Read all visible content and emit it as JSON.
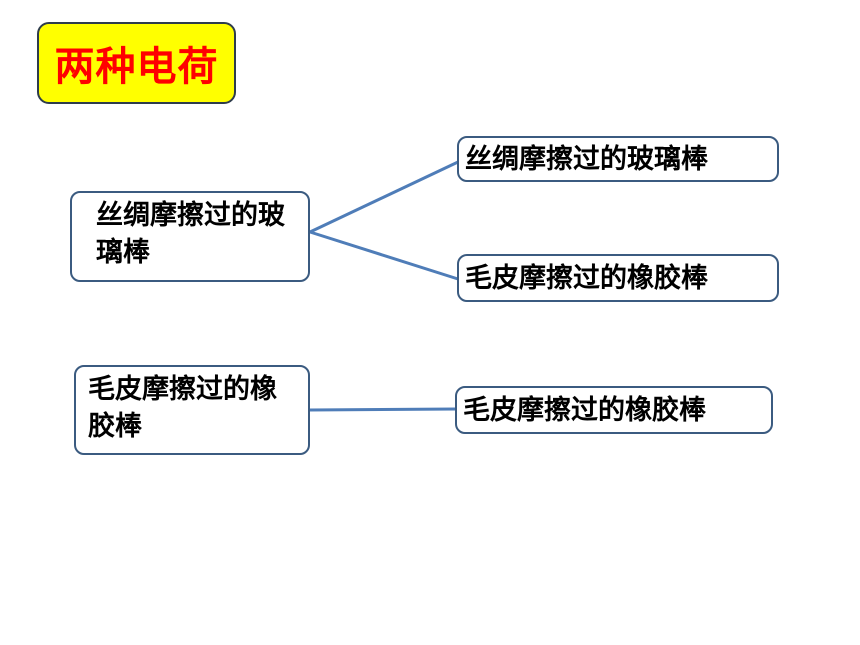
{
  "title": "两种电荷",
  "nodes": {
    "source_glass": "丝绸摩擦过的玻璃棒",
    "source_rubber": "毛皮摩擦过的橡胶棒",
    "target_glass_1": "丝绸摩擦过的玻璃棒",
    "target_rubber_1": "毛皮摩擦过的橡胶棒",
    "target_rubber_2": "毛皮摩擦过的橡胶棒"
  },
  "colors": {
    "title_bg": "#ffff00",
    "title_text": "#ff0000",
    "connector": "#4f7db8",
    "node_border": "#3b5b80"
  }
}
